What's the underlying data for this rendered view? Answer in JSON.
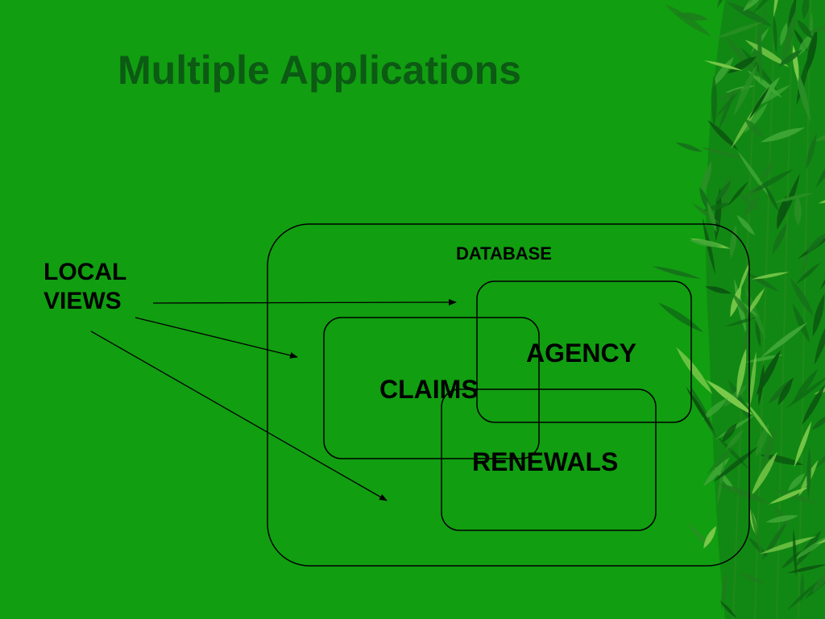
{
  "slide": {
    "title": "Multiple Applications",
    "local_views": {
      "line1": "LOCAL",
      "line2": "VIEWS"
    },
    "database_label": "DATABASE",
    "sets": {
      "agency": "AGENCY",
      "claims": "CLAIMS",
      "renewals": "RENEWALS"
    },
    "colors": {
      "background": "#119e11",
      "title": "#0c5a14",
      "bamboo_dark": "#0f6a14",
      "bamboo_light": "#7bc94a"
    },
    "decoration": "bamboo-leaves-border"
  }
}
